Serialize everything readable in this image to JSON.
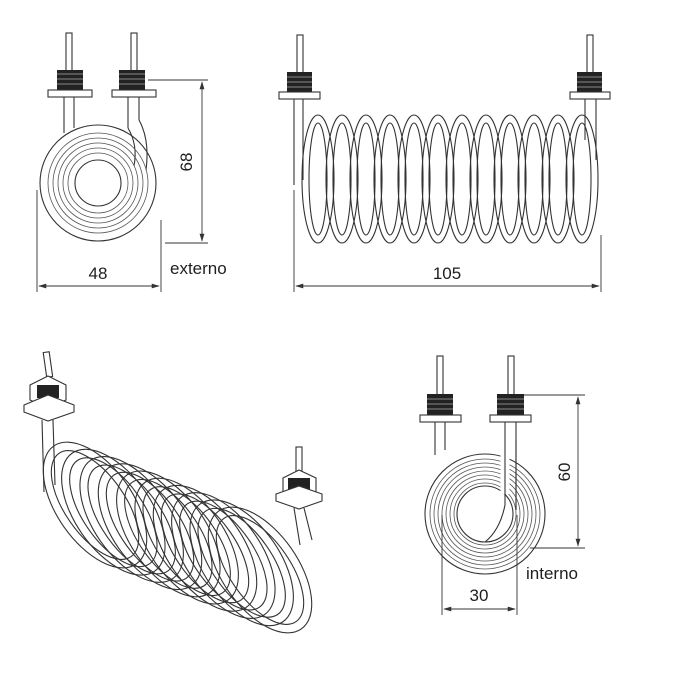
{
  "views": {
    "front_external": {
      "width_label": "48",
      "height_label": "68",
      "caption": "externo"
    },
    "side": {
      "length_label": "105"
    },
    "front_internal": {
      "width_label": "30",
      "height_label": "60",
      "caption": "interno"
    }
  },
  "colors": {
    "line": "#333333",
    "thread": "#222222",
    "background": "#ffffff"
  },
  "coil": {
    "side_turns": 12,
    "iso_turns": 10
  }
}
